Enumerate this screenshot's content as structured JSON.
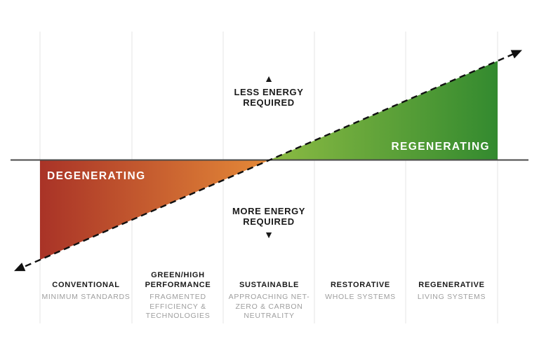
{
  "title_implicit": "Degenerating to Regenerating building spectrum",
  "bands": {
    "degenerating_label": "DEGENERATING",
    "regenerating_label": "REGENERATING"
  },
  "energy": {
    "less_label": "LESS ENERGY REQUIRED",
    "more_label": "MORE ENERGY REQUIRED",
    "up_triangle": "▲",
    "down_triangle": "▼"
  },
  "columns": [
    {
      "title": "CONVENTIONAL",
      "subtitle": "MINIMUM STANDARDS"
    },
    {
      "title": "GREEN/HIGH PERFORMANCE",
      "subtitle": "FRAGMENTED EFFICIENCY & TECHNOLOGIES"
    },
    {
      "title": "SUSTAINABLE",
      "subtitle": "APPROACHING NET-ZERO & CARBON NEUTRALITY"
    },
    {
      "title": "RESTORATIVE",
      "subtitle": "WHOLE SYSTEMS"
    },
    {
      "title": "REGENERATIVE",
      "subtitle": "LIVING SYSTEMS"
    }
  ],
  "colors": {
    "degen_gradient_left": "#a93327",
    "degen_gradient_right": "#e58a38",
    "regen_gradient_left": "#8cbb43",
    "regen_gradient_right": "#338a2f",
    "axis_line": "#4a4a4a",
    "dashed_line": "#111111",
    "arrowhead": "#111111",
    "divider": "#e4e4e4",
    "heading_text": "#1a1a1a",
    "subtext": "#9e9e9e",
    "band_text": "#ffffff"
  }
}
